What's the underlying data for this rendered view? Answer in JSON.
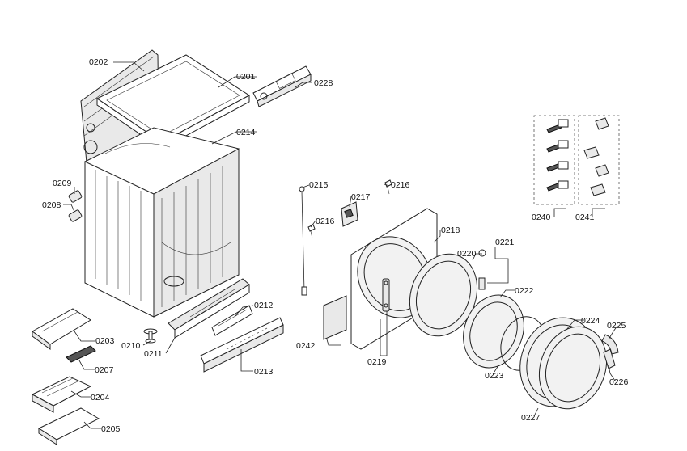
{
  "labels": {
    "p0201": "0201",
    "p0202": "0202",
    "p0203": "0203",
    "p0204": "0204",
    "p0205": "0205",
    "p0207": "0207",
    "p0208": "0208",
    "p0209": "0209",
    "p0210": "0210",
    "p0211": "0211",
    "p0212": "0212",
    "p0213": "0213",
    "p0214": "0214",
    "p0215": "0215",
    "p0216a": "0216",
    "p0216b": "0216",
    "p0217": "0217",
    "p0218": "0218",
    "p0219": "0219",
    "p0220": "0220",
    "p0221": "0221",
    "p0222": "0222",
    "p0223": "0223",
    "p0224": "0224",
    "p0225": "0225",
    "p0226": "0226",
    "p0227": "0227",
    "p0228": "0228",
    "p0240": "0240",
    "p0241": "0241",
    "p0242": "0242"
  }
}
